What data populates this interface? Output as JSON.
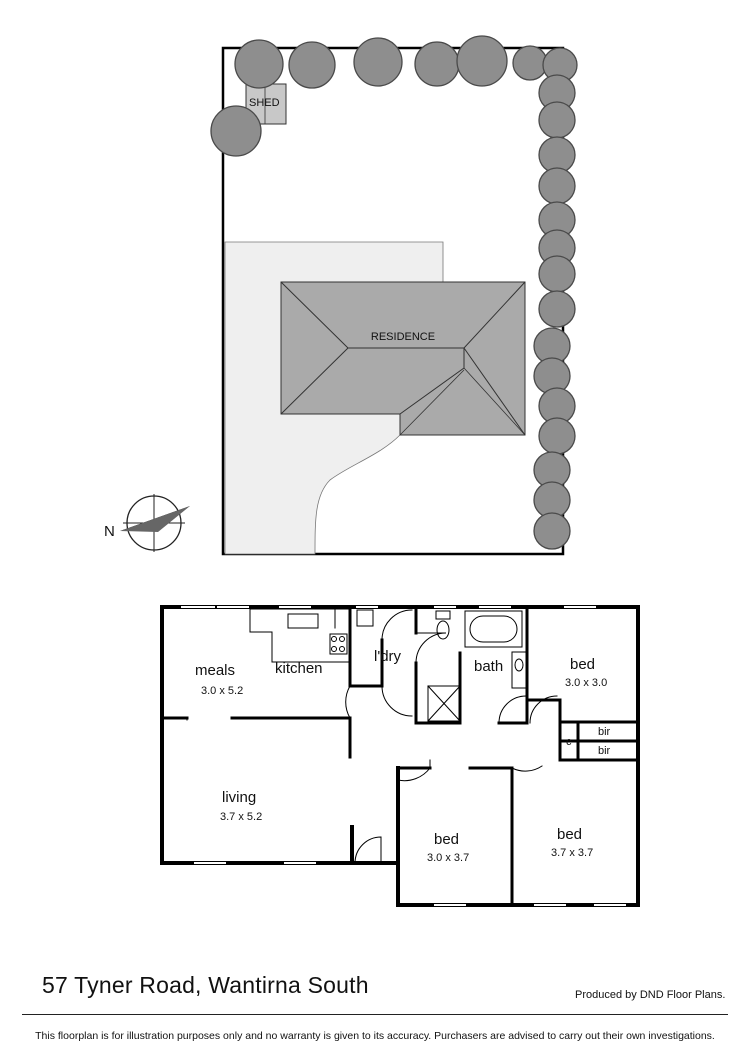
{
  "site": {
    "shed_label": "SHED",
    "residence_label": "RESIDENCE",
    "north_marker": "N"
  },
  "rooms": {
    "meals": {
      "name": "meals",
      "dims": "3.0 x 5.2"
    },
    "kitchen": {
      "name": "kitchen"
    },
    "laundry": {
      "name": "l'dry"
    },
    "bath": {
      "name": "bath"
    },
    "bed1": {
      "name": "bed",
      "dims": "3.0 x 3.0"
    },
    "living": {
      "name": "living",
      "dims": "3.7 x 5.2"
    },
    "bed2": {
      "name": "bed",
      "dims": "3.0 x 3.7"
    },
    "bed3": {
      "name": "bed",
      "dims": "3.7 x 3.7"
    },
    "cupboard": "c",
    "bir_upper": "bir",
    "bir_lower": "bir"
  },
  "footer": {
    "address": "57 Tyner Road, Wantirna South",
    "producer": "Produced by DND Floor Plans.",
    "disclaimer": "This floorplan is for illustration purposes only and no warranty is given to its accuracy. Purchasers are advised to carry out their own investigations."
  },
  "colors": {
    "lot_fill": "#efefef",
    "roof_fill": "#aaaaaa",
    "tree_fill": "#8e8e8e",
    "wall": "#000000"
  }
}
